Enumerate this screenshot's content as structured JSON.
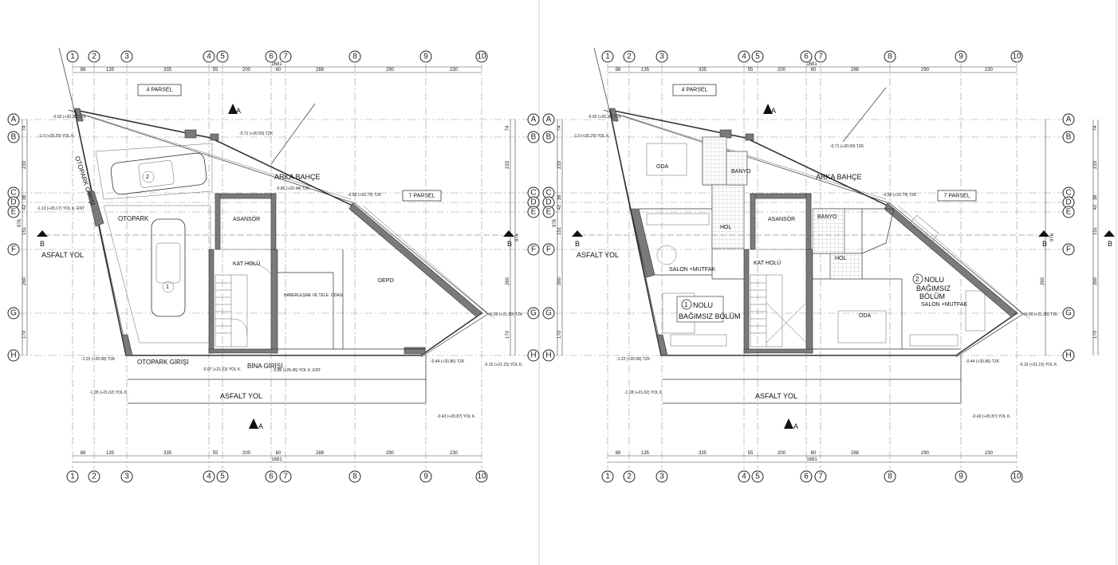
{
  "grid": {
    "columns": [
      "1",
      "2",
      "3",
      "4",
      "5",
      "6",
      "7",
      "8",
      "9",
      "10"
    ],
    "rows": [
      "A",
      "B",
      "C",
      "D",
      "E",
      "F",
      "G",
      "H"
    ],
    "top_dims": [
      "88",
      "135",
      "335",
      "55",
      "200",
      "60",
      "288",
      "290",
      "230"
    ],
    "total_dim": "1681",
    "side_dims": [
      "74",
      "233",
      "38",
      "42",
      "151",
      "260",
      "170"
    ],
    "side_total": "976"
  },
  "section_marks": {
    "a": "A",
    "b": "B"
  },
  "left_plan": {
    "parcel_top": "4  PARSEL",
    "parcel_right": "7 PARSEL",
    "road_left": "ASFALT YOL",
    "road_bottom": "ASFALT YOL",
    "parking_entry_side": "OTOPARK GİRİŞİ",
    "parking_entry_bottom": "OTOPARK GİRİŞİ",
    "building_entry": "BİNA GİRİŞİ",
    "back_garden": "ARKA BAHÇE",
    "elevator": "ASANSÖR",
    "floor_hall": "KAT HOLÜ",
    "storage": "DEPO",
    "water_tank": "HABERLEŞME VE TELE. ODASI",
    "parking": "OTOPARK",
    "car_1": "1",
    "car_2": "2",
    "levels": [
      "-0.92 (+20.38) TZK",
      "-1.0 (+20.29) YOL K.",
      "-1.13 (+20.17) YOL K. ENT",
      "-1.22 (+20.08) TZK",
      "-1.28 (+21.02) YOL K.",
      "-0.15 (+21.15) YOL K.",
      "-0.43 (+20.87) YOL K.",
      "-0.44 (+20.86) TZK",
      "±0.00 (+21.30) TZK",
      "-0.71 (+20.59) TZK",
      "-0.85 (+20.45) YOL K. ENT",
      "-0.86 (+20.44) TZK",
      "-0.56 (+20.74) TZK",
      "-0.07 (+21.23) YOL K."
    ]
  },
  "right_plan": {
    "parcel_top": "4  PARSEL",
    "parcel_right": "7 PARSEL",
    "road_left": "ASFALT YOL",
    "road_bottom": "ASFALT YOL",
    "back_garden": "ARKA BAHÇE",
    "elevator": "ASANSÖR",
    "floor_hall": "KAT HOLÜ",
    "room_left": "ODA",
    "bath_left": "BANYO",
    "hall_left": "HOL",
    "bath_right": "BANYO",
    "hall_right": "HOL",
    "room_right": "ODA",
    "salon_left": "SALON +MUTFAK",
    "salon_right": "SALON +MUTFAK",
    "unit1_no": "1",
    "unit1_line1": "NOLU",
    "unit1_line2": "BAĞIMSIZ BÖLÜM",
    "unit2_no": "2",
    "unit2_line1": "NOLU",
    "unit2_line2": "BAĞIMSIZ",
    "unit2_line3": "BÖLÜM",
    "levels": [
      "-0.92 (+20.38) TZK",
      "-1.0 (+20.29) YOL K.",
      "-1.22 (+20.08) TZK",
      "-1.28 (+21.02) YOL K.",
      "-0.15 (+21.15) YOL K.",
      "-0.43 (+20.87) YOL K.",
      "-0.44 (+20.86) TZK",
      "±0.00 (+21.30) TZK",
      "-0.71 (+20.59) TZK",
      "-0.56 (+20.74) TZK"
    ]
  }
}
